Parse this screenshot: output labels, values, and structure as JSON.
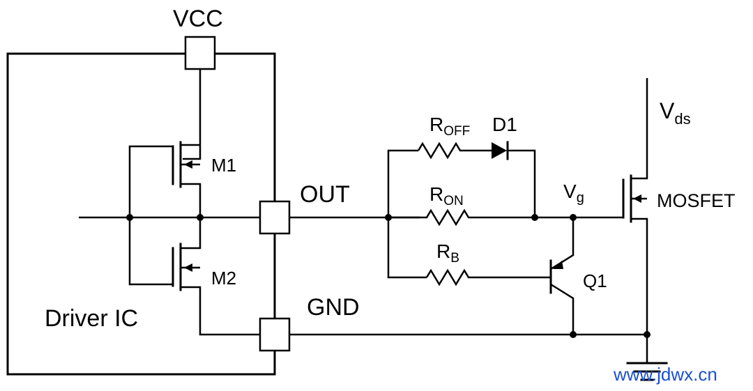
{
  "labels": {
    "vcc": "VCC",
    "out": "OUT",
    "gnd": "GND",
    "driver_ic": "Driver IC",
    "m1": "M1",
    "m2": "M2",
    "r_off_main": "R",
    "r_off_sub": "OFF",
    "d1": "D1",
    "r_on_main": "R",
    "r_on_sub": "ON",
    "r_b_main": "R",
    "r_b_sub": "B",
    "vg_main": "V",
    "vg_sub": "g",
    "vds_main": "V",
    "vds_sub": "ds",
    "mosfet": "MOSFET",
    "q1": "Q1",
    "watermark": "www.jdwx.cn"
  },
  "colors": {
    "line": "#000000",
    "watermark": "#1a4fd6"
  }
}
